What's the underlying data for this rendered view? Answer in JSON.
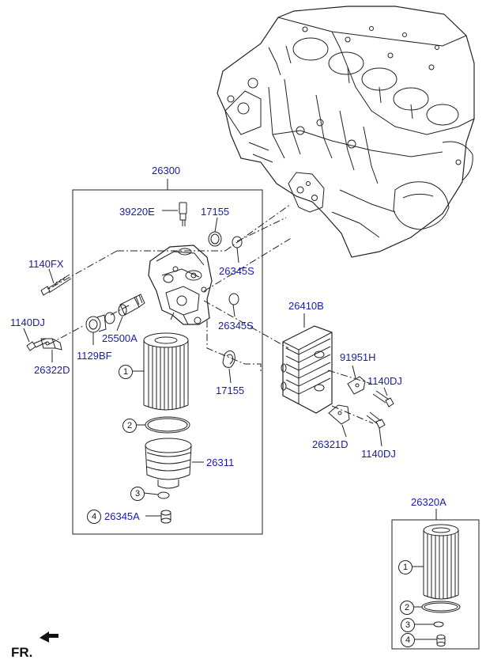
{
  "labels": {
    "assembly": "26300",
    "temp_sensor": "39220E",
    "seal_upper": "17155",
    "oring_upper": "26345S",
    "bolt_upper": "1140FX",
    "valve": "25500A",
    "oring_mid": "26345S",
    "bolt_left": "1140DJ",
    "plug": "1129BF",
    "bracket_left": "26322D",
    "seal_lower": "17155",
    "cooler": "26410B",
    "cooler_bracket": "91951H",
    "bolt_right_upper": "1140DJ",
    "cooler_bracket_lower": "26321D",
    "bolt_right_lower": "1140DJ",
    "filter_cap": "26311",
    "drain_oring": "26345A",
    "filter_kit": "26320A"
  },
  "callouts": {
    "c1": "1",
    "c2": "2",
    "c3": "3",
    "c4": "4"
  },
  "direction_marker": "FR."
}
